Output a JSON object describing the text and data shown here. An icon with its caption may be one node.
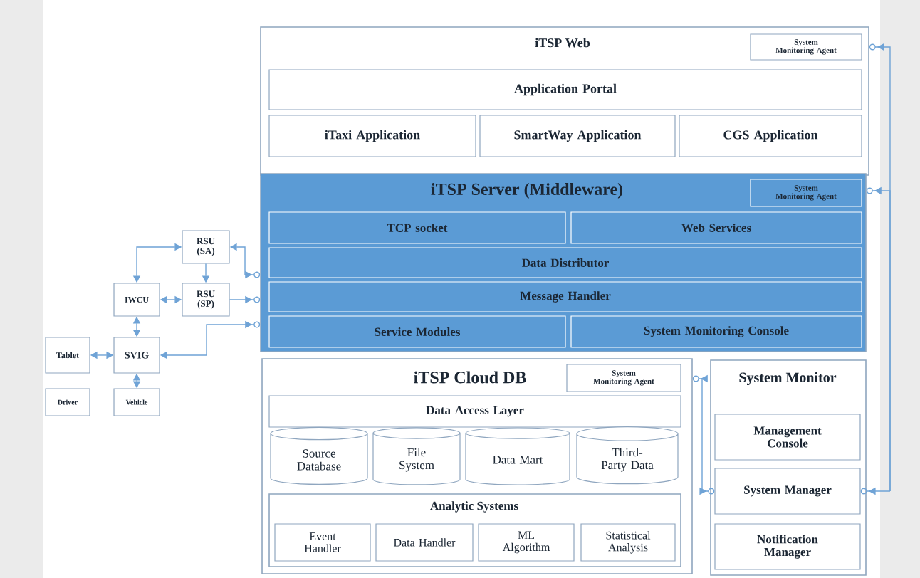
{
  "diagram": {
    "nodes": [
      {
        "text": [
          "iTSP Web"
        ]
      },
      {
        "text": [
          "System Monitoring Agent"
        ],
        "in": 0
      },
      {
        "text": [
          "Application Portal"
        ],
        "in": 0
      },
      {
        "text": [
          "iTaxi Application"
        ],
        "in": 0
      },
      {
        "text": [
          "SmartWay Application"
        ],
        "in": 0
      },
      {
        "text": [
          "CGS Application"
        ],
        "in": 0
      },
      {
        "text": [
          "iTSP Server (Middleware)"
        ]
      },
      {
        "text": [
          "System Monitoring Agent"
        ],
        "in": 6
      },
      {
        "text": [
          "TCP socket"
        ],
        "in": 6
      },
      {
        "text": [
          "Web Services"
        ],
        "in": 6
      },
      {
        "text": [
          "Data Distributor"
        ],
        "in": 6
      },
      {
        "text": [
          "Message Handler"
        ],
        "in": 6
      },
      {
        "text": [
          "Service Modules"
        ],
        "in": 6
      },
      {
        "text": [
          "System Monitoring Console"
        ],
        "in": 6
      },
      {
        "text": [
          "RSU (SA)"
        ]
      },
      {
        "text": [
          "IWCU"
        ]
      },
      {
        "text": [
          "RSU (SP)"
        ]
      },
      {
        "text": [
          "Tablet"
        ]
      },
      {
        "text": [
          "SVIG"
        ]
      },
      {
        "text": [
          "Driver"
        ]
      },
      {
        "text": [
          "Vehicle"
        ]
      },
      {
        "text": [
          "iTSP Cloud DB"
        ]
      },
      {
        "text": [
          "System Monitoring Agent"
        ],
        "in": 21
      },
      {
        "text": [
          "Data Access Layer"
        ],
        "in": 21
      },
      {
        "text": [
          "Source Database"
        ],
        "in": 21
      },
      {
        "text": [
          "File System"
        ],
        "in": 21
      },
      {
        "text": [
          "Data Mart"
        ],
        "in": 21
      },
      {
        "text": [
          "Third-Party Data"
        ],
        "in": 21
      },
      {
        "text": [
          "Analytic Systems"
        ],
        "in": 21
      },
      {
        "text": [
          "Event Handler"
        ],
        "in": 28
      },
      {
        "text": [
          "Data Handler"
        ],
        "in": 28
      },
      {
        "text": [
          "ML Algorithm"
        ],
        "in": 28
      },
      {
        "text": [
          "Statistical Analysis"
        ],
        "in": 28
      },
      {
        "text": [
          "System Monitor"
        ]
      },
      {
        "text": [
          "Management Console"
        ],
        "in": 33
      },
      {
        "text": [
          "System Manager"
        ],
        "in": 33
      },
      {
        "text": [
          "Notification Manager"
        ],
        "in": 33
      }
    ],
    "edges": [
      {
        "from": 35,
        "to": 0,
        "arrow": "both"
      },
      {
        "from": 35,
        "to": 6,
        "arrow": "both"
      },
      {
        "from": 35,
        "to": 21,
        "arrow": "both"
      },
      {
        "from": 14,
        "to": 6,
        "arrow": "both"
      },
      {
        "from": 16,
        "to": 6,
        "arrow": "to"
      },
      {
        "from": 18,
        "to": 6,
        "arrow": "both"
      },
      {
        "from": 14,
        "to": 16,
        "arrow": "to"
      },
      {
        "from": 15,
        "to": 14,
        "arrow": "both"
      },
      {
        "from": 15,
        "to": 16,
        "arrow": "both"
      },
      {
        "from": 15,
        "to": 18,
        "arrow": "both"
      },
      {
        "from": 17,
        "to": 18,
        "arrow": "both"
      },
      {
        "from": 18,
        "to": 20,
        "arrow": "both"
      }
    ]
  }
}
